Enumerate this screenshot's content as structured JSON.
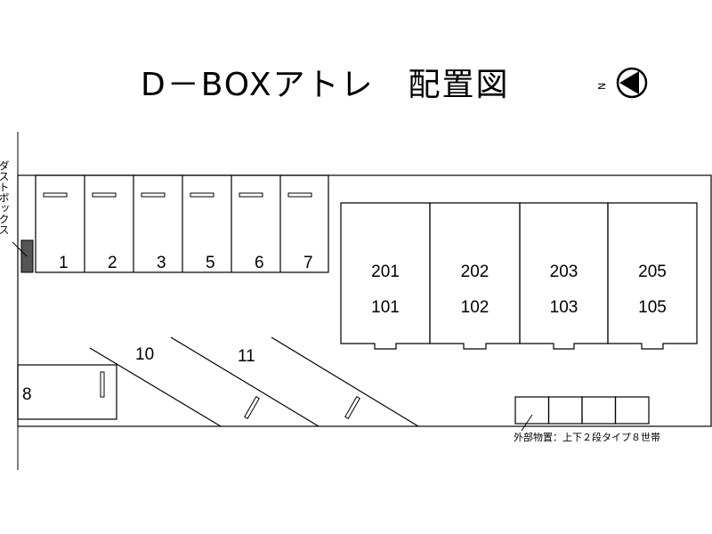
{
  "title": "D－BOXアトレ　配置図",
  "compass_label": "N",
  "dust_box_label": "ダストボックス",
  "parking_top": [
    "1",
    "2",
    "3",
    "5",
    "6",
    "7"
  ],
  "parking_diagonal": [
    "10",
    "11"
  ],
  "parking_left": "8",
  "units": [
    {
      "upper": "201",
      "lower": "101"
    },
    {
      "upper": "202",
      "lower": "102"
    },
    {
      "upper": "203",
      "lower": "103"
    },
    {
      "upper": "205",
      "lower": "105"
    }
  ],
  "storage_note": "外部物置：上下２段タイプ８世帯"
}
